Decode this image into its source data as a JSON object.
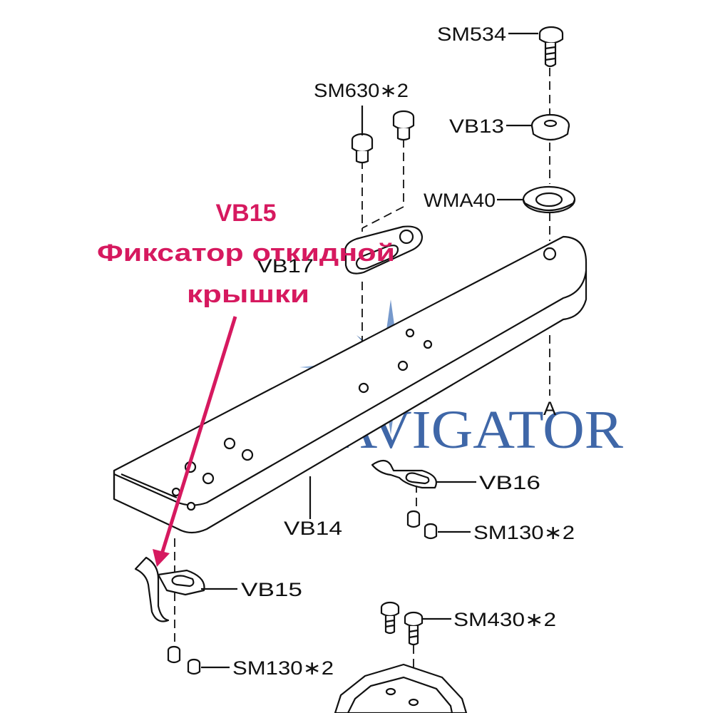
{
  "annotation": {
    "code": "VB15",
    "line1": "Фиксатор откидной",
    "line2": "крышки",
    "color": "#d6195f"
  },
  "watermark": {
    "text": "NAVIGATOR",
    "color": "#3f67a8"
  },
  "parts": {
    "sm534": "SM534",
    "sm630": "SM630∗2",
    "vb13": "VB13",
    "wma40": "WMA40",
    "vb17": "VB17",
    "point_a": "A",
    "vb16": "VB16",
    "vb14": "VB14",
    "sm130_right": "SM130∗2",
    "vb15": "VB15",
    "sm430": "SM430∗2",
    "sm130_left": "SM130∗2"
  }
}
